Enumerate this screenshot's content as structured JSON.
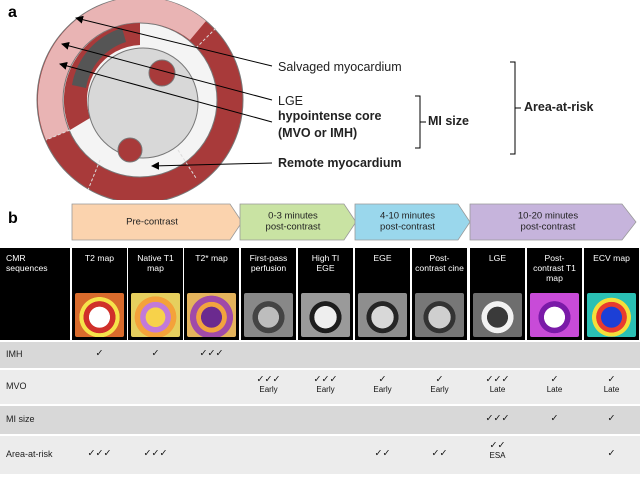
{
  "panel_a": {
    "letter": "a",
    "labels": {
      "salvaged": "Salvaged myocardium",
      "lge": "LGE",
      "core_line1": "hypointense core",
      "core_line2": "(MVO or IMH)",
      "remote": "Remote  myocardium",
      "mi_size": "MI size",
      "area_at_risk": "Area-at-risk"
    },
    "colors": {
      "lge": "#a83a3a",
      "salvaged": "#e9b4b4",
      "core": "#555555",
      "cavity": "#d8d8d8"
    }
  },
  "panel_b": {
    "letter": "b",
    "phases": [
      {
        "l1": "Pre-contrast",
        "l2": "",
        "color": "#fbd3ae"
      },
      {
        "l1": "0-3 minutes",
        "l2": "post-contrast",
        "color": "#c9e3a3"
      },
      {
        "l1": "4-10 minutes",
        "l2": "post-contrast",
        "color": "#9ad7ec"
      },
      {
        "l1": "10-20 minutes",
        "l2": "post-contrast",
        "color": "#c6b4dc"
      }
    ],
    "header_label": "CMR sequences",
    "sequences": [
      {
        "l1": "T2 map",
        "l2": ""
      },
      {
        "l1": "Native T1",
        "l2": "map"
      },
      {
        "l1": "T2* map",
        "l2": ""
      },
      {
        "l1": "First-pass",
        "l2": "perfusion"
      },
      {
        "l1": "High TI",
        "l2": "EGE"
      },
      {
        "l1": "EGE",
        "l2": ""
      },
      {
        "l1": "Post-",
        "l2": "contrast cine"
      },
      {
        "l1": "LGE",
        "l2": ""
      },
      {
        "l1": "Post-",
        "l2": "contrast T1 map"
      },
      {
        "l1": "ECV map",
        "l2": ""
      }
    ],
    "rows": [
      {
        "label": "IMH",
        "cells": [
          [
            "✓",
            ""
          ],
          [
            "✓",
            ""
          ],
          [
            "✓✓✓",
            ""
          ],
          [
            "",
            ""
          ],
          [
            "",
            ""
          ],
          [
            "",
            ""
          ],
          [
            "",
            ""
          ],
          [
            "",
            ""
          ],
          [
            "",
            ""
          ],
          [
            "",
            ""
          ]
        ]
      },
      {
        "label": "MVO",
        "cells": [
          [
            "",
            ""
          ],
          [
            "",
            ""
          ],
          [
            "",
            ""
          ],
          [
            "✓✓✓",
            "Early"
          ],
          [
            "✓✓✓",
            "Early"
          ],
          [
            "✓",
            "Early"
          ],
          [
            "✓",
            "Early"
          ],
          [
            "✓✓✓",
            "Late"
          ],
          [
            "✓",
            "Late"
          ],
          [
            "✓",
            "Late"
          ]
        ]
      },
      {
        "label": "MI size",
        "cells": [
          [
            "",
            ""
          ],
          [
            "",
            ""
          ],
          [
            "",
            ""
          ],
          [
            "",
            ""
          ],
          [
            "",
            ""
          ],
          [
            "",
            ""
          ],
          [
            "",
            ""
          ],
          [
            "✓✓✓",
            ""
          ],
          [
            "✓",
            ""
          ],
          [
            "✓",
            ""
          ]
        ]
      },
      {
        "label": "Area-at-risk",
        "cells": [
          [
            "✓✓✓",
            ""
          ],
          [
            "✓✓✓",
            ""
          ],
          [
            "",
            ""
          ],
          [
            "",
            ""
          ],
          [
            "",
            ""
          ],
          [
            "✓✓",
            ""
          ],
          [
            "✓✓",
            ""
          ],
          [
            "✓✓",
            "ESA"
          ],
          [
            "",
            ""
          ],
          [
            "✓",
            ""
          ]
        ]
      }
    ]
  }
}
